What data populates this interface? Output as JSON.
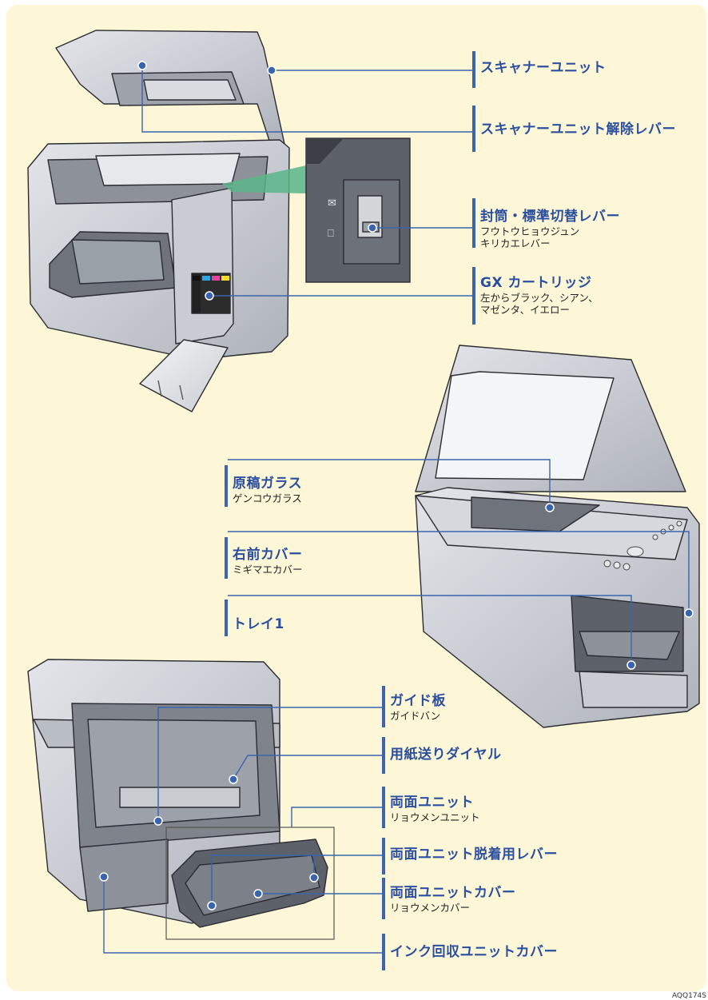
{
  "callouts": {
    "scanner_unit": {
      "title": "スキャナーユニット"
    },
    "scanner_release_lever": {
      "title": "スキャナーユニット解除レバー"
    },
    "envelope_lever": {
      "title": "封筒・標準切替レバー",
      "reading_1": "フウトウヒョウジュン",
      "reading_2": "キリカエレバー"
    },
    "gx_cartridge": {
      "title": "GX カートリッジ",
      "note_1": "左からブラック、シアン、",
      "note_2": "マゼンタ、イエロー"
    },
    "exposure_glass": {
      "title": "原稿ガラス",
      "reading": "ゲンコウガラス"
    },
    "right_front_cover": {
      "title": "右前カバー",
      "reading": "ミギマエカバー"
    },
    "tray1": {
      "title": "トレイ1"
    },
    "guide_plate": {
      "title": "ガイド板",
      "reading": "ガイドバン"
    },
    "paper_feed_dial": {
      "title": "用紙送りダイヤル"
    },
    "duplex_unit": {
      "title": "両面ユニット",
      "reading": "リョウメンユニット"
    },
    "duplex_release_lever": {
      "title": "両面ユニット脱着用レバー"
    },
    "duplex_cover": {
      "title": "両面ユニットカバー",
      "reading": "リョウメンカバー"
    },
    "ink_collector_cover": {
      "title": "インク回収ユニットカバー"
    }
  },
  "figure_id": "AQQ174S",
  "colors": {
    "background": "#fdf7d8",
    "accent": "#2b4f9e",
    "leader": "#3b64ae",
    "body_gray": "#c4c8cf",
    "dark_gray": "#6c7079"
  }
}
